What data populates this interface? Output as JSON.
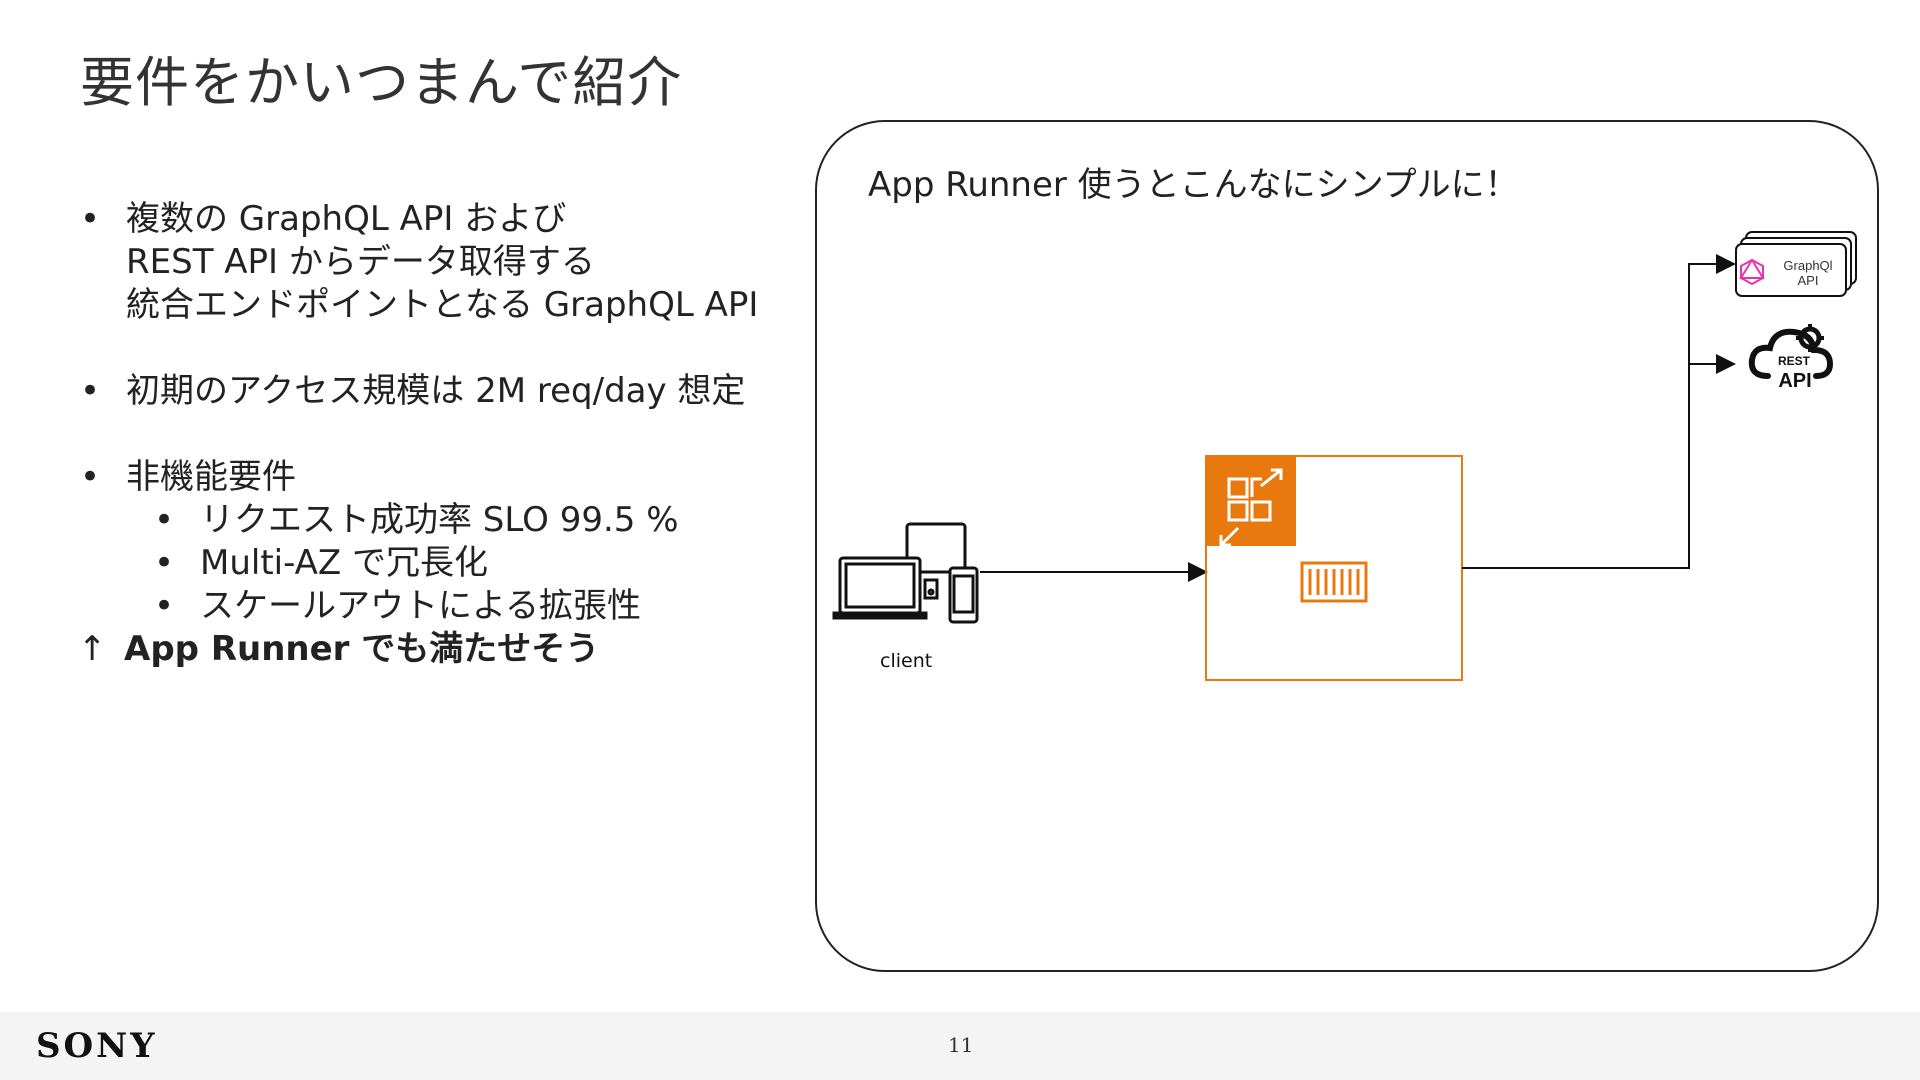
{
  "title": "要件をかいつまんで紹介",
  "bullets": {
    "b1_line1": "複数の GraphQL API および",
    "b1_line2": "REST API からデータ取得する",
    "b1_line3": "統合エンドポイントとなる GraphQL API",
    "b2": "初期のアクセス規模は 2M req/day 想定",
    "b3": "非機能要件",
    "sub1": "リクエスト成功率 SLO 99.5 %",
    "sub2": "Multi-AZ で冗長化",
    "sub3": "スケールアウトによる拡張性",
    "bullet_symbol": "•",
    "conclusion_arrow": "↑",
    "conclusion": "App Runner でも満たせそう"
  },
  "diagram": {
    "caption": "App Runner 使うとこんなにシンプルに！",
    "client_label": "client",
    "graphql_label_1": "GraphQl",
    "graphql_label_2": "API",
    "rest_label_1": "REST",
    "rest_label_2": "API",
    "apprunner_color": "#E8790F",
    "graphql_color": "#E535AB"
  },
  "footer": {
    "logo": "SONY",
    "page_number": "11"
  }
}
